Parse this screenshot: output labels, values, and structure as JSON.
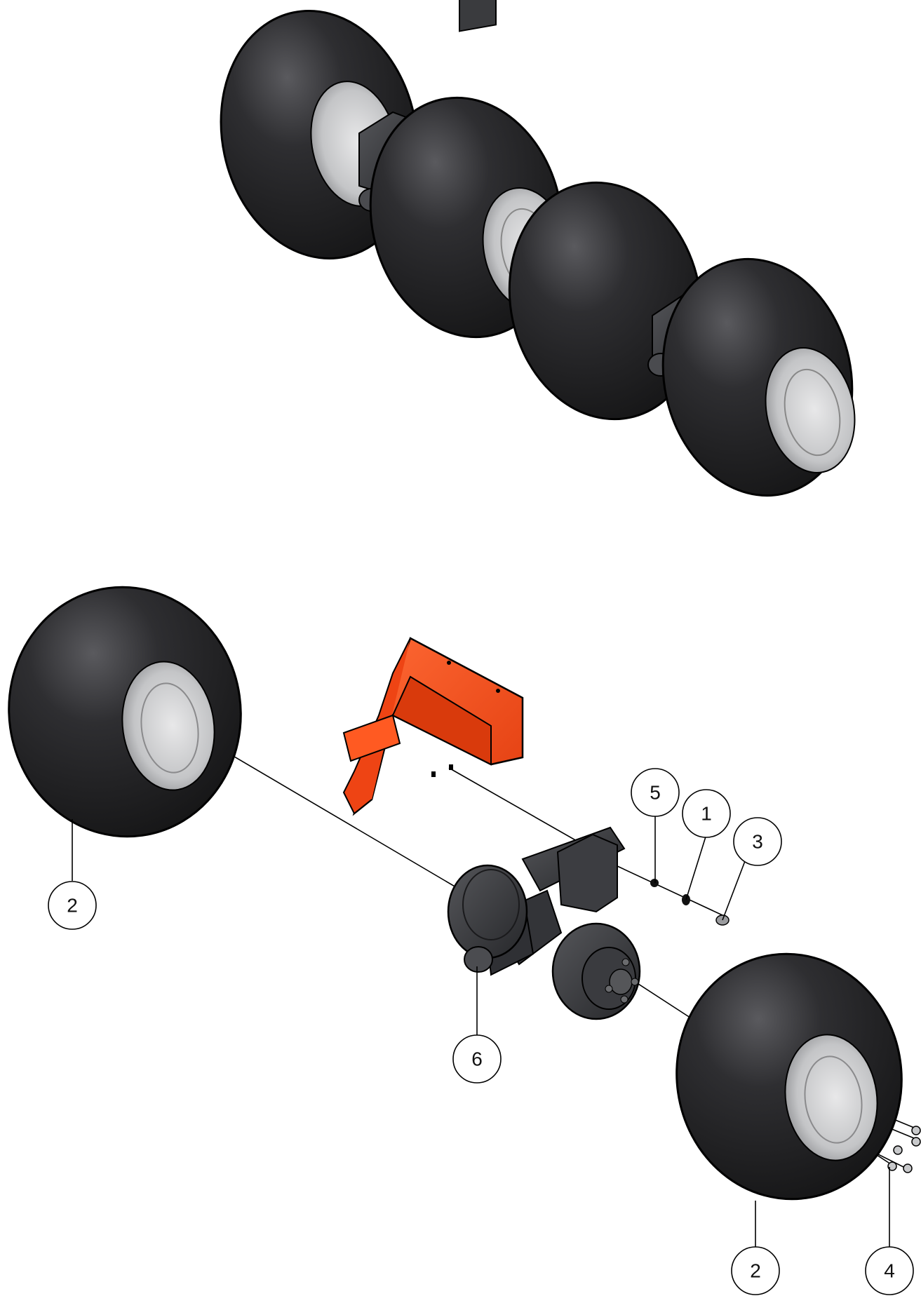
{
  "diagram": {
    "type": "exploded-parts-diagram",
    "callouts": [
      {
        "id": "callout-2-left",
        "label": "2",
        "part": "tire-left"
      },
      {
        "id": "callout-5",
        "label": "5",
        "part": "washer"
      },
      {
        "id": "callout-1",
        "label": "1",
        "part": "lock-washer"
      },
      {
        "id": "callout-3",
        "label": "3",
        "part": "bolt"
      },
      {
        "id": "callout-6",
        "label": "6",
        "part": "axle-assembly"
      },
      {
        "id": "callout-2-right",
        "label": "2",
        "part": "tire-right"
      },
      {
        "id": "callout-4",
        "label": "4",
        "part": "lug-nut"
      }
    ],
    "colors": {
      "tire": "#2a2a2c",
      "rim": "#cfd0d1",
      "axle": "#3a3b3e",
      "bracket": "#f24a18",
      "outline": "#000000"
    }
  }
}
